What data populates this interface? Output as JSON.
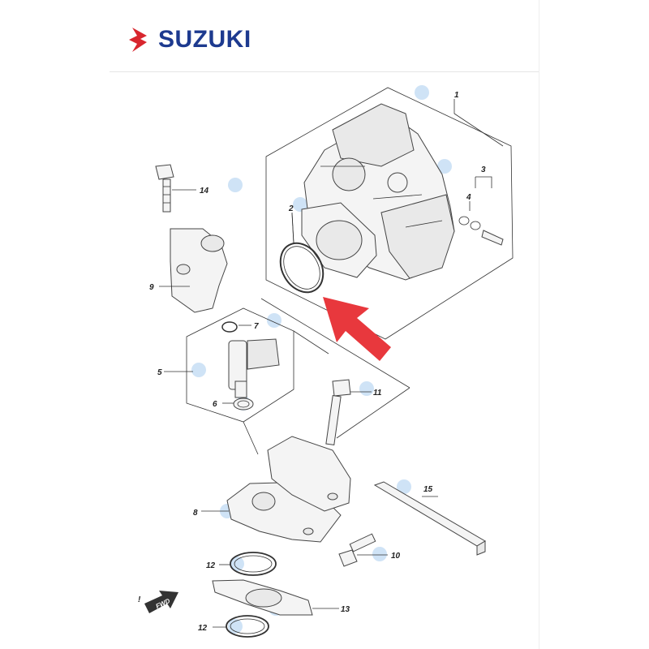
{
  "brand": {
    "name": "SUZUKI",
    "logo_icon": "suzuki-s-logo-icon",
    "brand_color": "#1d3a8f",
    "logo_color": "#d8262e"
  },
  "arrow": {
    "color": "#e8383d"
  },
  "fwd_label": "FWD",
  "callouts": {
    "p1": "1",
    "p2": "2",
    "p3": "3",
    "p4": "4",
    "p5": "5",
    "p6": "6",
    "p7": "7",
    "p8": "8",
    "p9": "9",
    "p10": "10",
    "p11": "11",
    "p12a": "12",
    "p12b": "12",
    "p13": "13",
    "p14": "14",
    "p15": "15"
  }
}
